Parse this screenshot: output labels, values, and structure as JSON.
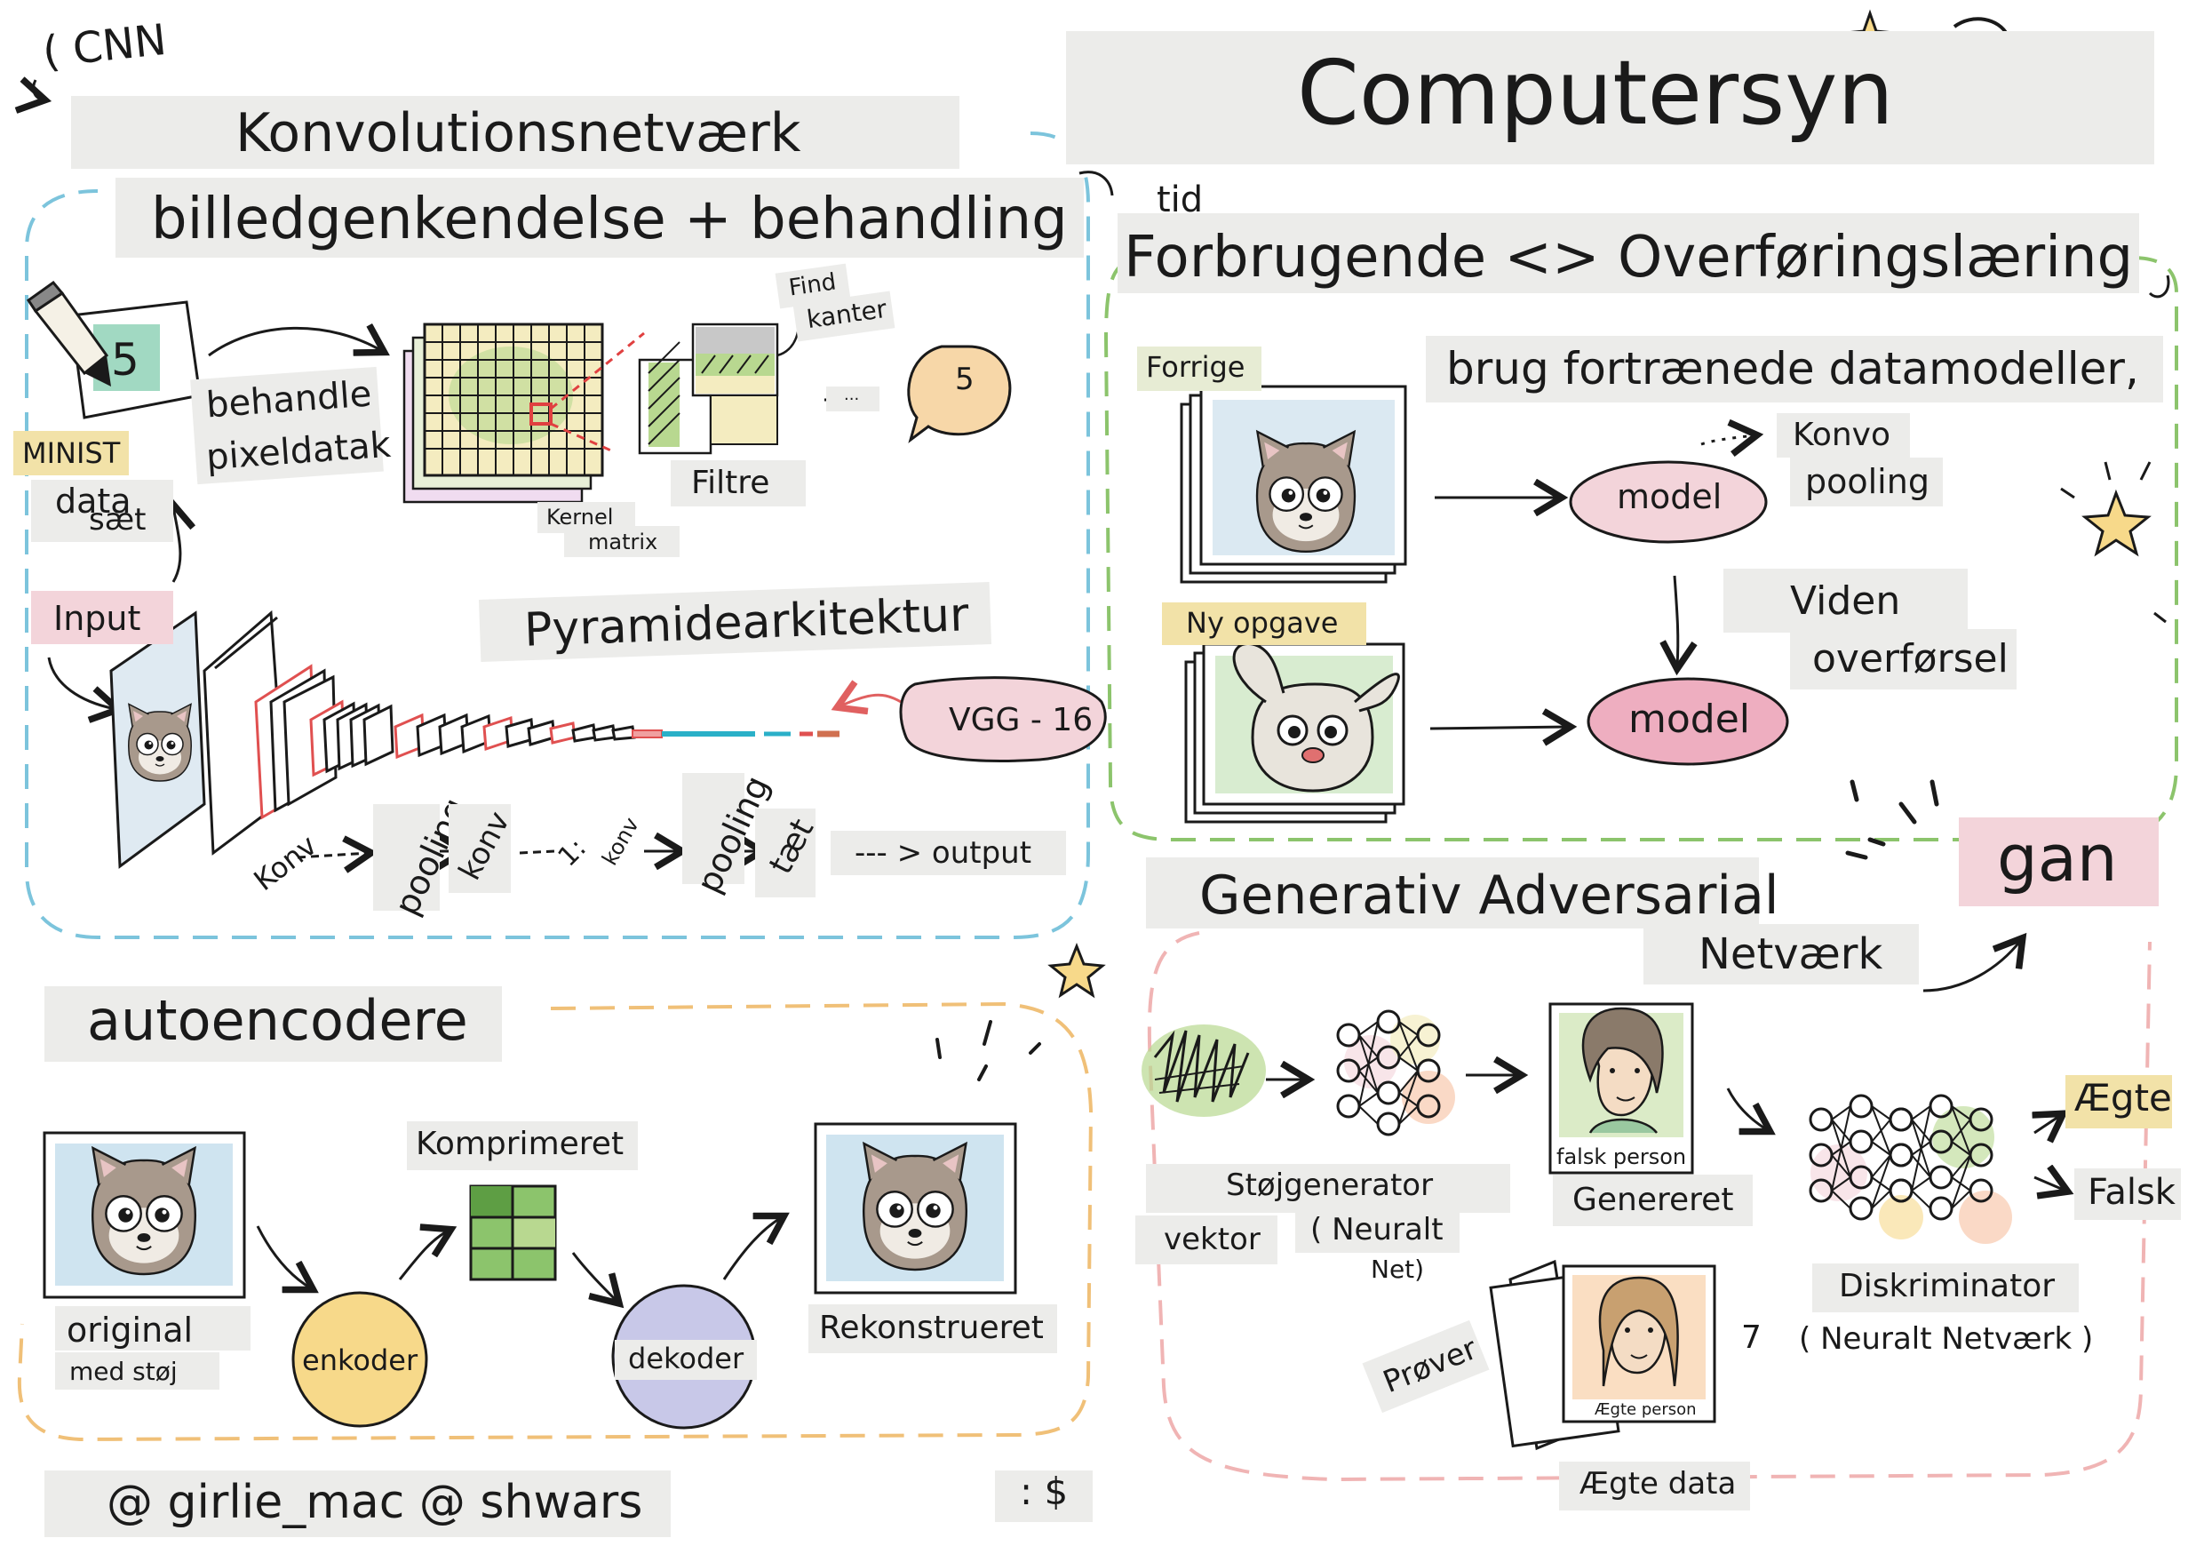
{
  "title": "Computersyn",
  "credit": "@ girlie_mac @ shwars",
  "corner_marks": {
    "top_left": "( CNN",
    "bottom": ": $"
  },
  "cnn": {
    "heading": "Konvolutionsnetværk",
    "subheading": "billedgenkendelse + behandling",
    "digit": "5",
    "process_label_1": "behandle",
    "process_label_2": "pixeldatak",
    "dataset_tag": "MINIST",
    "dataset_label_1": "data",
    "dataset_label_2": "sæt",
    "kernel_label_1": "Kernel",
    "kernel_label_2": "matrix",
    "edges_label_1": "Find",
    "edges_label_2": "kanter",
    "filters_label": "Filtre",
    "ellipsis": "...",
    "output_digit": "5",
    "input_label": "Input",
    "pyramid_label": "Pyramidearkitektur",
    "vgg_label": "VGG - 16",
    "layers": [
      "Konv",
      "pooling",
      "konv",
      "1:",
      "konv",
      "pooling",
      "tæt"
    ],
    "output_label": "--- > output"
  },
  "transfer": {
    "tid": "tid",
    "heading": "Forbrugende <> Overføringslæring",
    "subheading": "brug fortrænede datamodeller,",
    "previous_label": "Forrige",
    "new_task_label": "Ny opgave",
    "model_top": "model",
    "model_bottom": "model",
    "konvo": "Konvo",
    "pooling": "pooling",
    "knowledge_1": "Viden",
    "knowledge_2": "overførsel"
  },
  "gan": {
    "heading": "Generativ Adversarial",
    "subheading": "Netværk",
    "badge": "gan",
    "noise_label": "Støjgenerator",
    "vector_label": "vektor",
    "neural_label_1": "( Neuralt",
    "neural_label_2": "Net)",
    "fake_person": "falsk person",
    "generated": "Genereret",
    "samples": "Prøver",
    "seven": "7",
    "real_person": "Ægte person",
    "real_data": "Ægte data",
    "discriminator": "Diskriminator",
    "discriminator_sub": "( Neuralt Netværk )",
    "real": "Ægte",
    "fake": "Falsk"
  },
  "autoencoder": {
    "heading": "autoencodere",
    "original_1": "original",
    "original_2": "med støj",
    "encoder": "enkoder",
    "compressed": "Komprimeret",
    "decoder": "dekoder",
    "reconstructed": "Rekonstrueret"
  },
  "colors": {
    "cnn_border": "#7cc4dc",
    "transfer_border": "#8cc46c",
    "gan_border": "#f0b4b4",
    "auto_border": "#f0c078",
    "label_box": "#ececea",
    "pink_highlight": "#f3d4da",
    "gold_highlight": "#f2e2a8"
  }
}
